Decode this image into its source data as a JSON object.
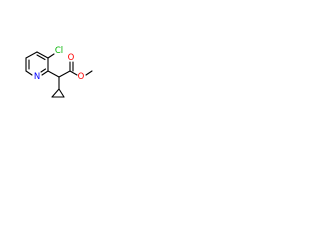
{
  "molecule": {
    "atoms": {
      "chlorine": {
        "label": "Cl",
        "color": "#00b400"
      },
      "nitrogen": {
        "label": "N",
        "color": "#0000ff"
      },
      "carbonyl_oxygen": {
        "label": "O",
        "color": "#ff0000"
      },
      "ester_oxygen": {
        "label": "O",
        "color": "#ff0000"
      }
    },
    "bond_color": "#000000"
  }
}
